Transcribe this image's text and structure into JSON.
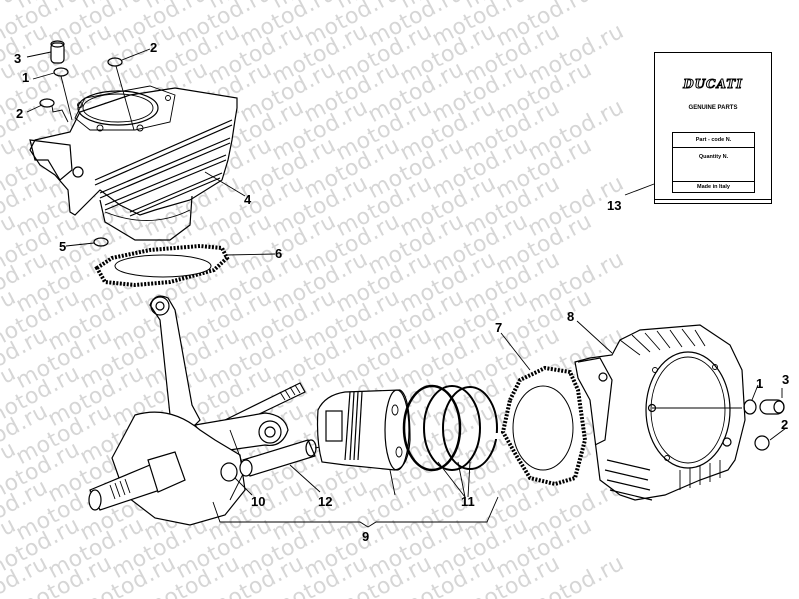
{
  "watermark": {
    "text": "motod.ru",
    "color": "#d6d6d6"
  },
  "diagram": {
    "title": "Ducati cylinder / piston / crankshaft exploded view",
    "callouts": [
      {
        "id": "c3a",
        "label": "3",
        "part": "dowel-sleeve-top"
      },
      {
        "id": "c1a",
        "label": "1",
        "part": "o-ring-top"
      },
      {
        "id": "c2a",
        "label": "2",
        "part": "o-ring-left"
      },
      {
        "id": "c2b",
        "label": "2",
        "part": "o-ring-top-right"
      },
      {
        "id": "c4",
        "label": "4",
        "part": "rear-cylinder"
      },
      {
        "id": "c5",
        "label": "5",
        "part": "o-ring-base"
      },
      {
        "id": "c6",
        "label": "6",
        "part": "base-gasket-rear"
      },
      {
        "id": "c7",
        "label": "7",
        "part": "base-gasket-front"
      },
      {
        "id": "c8",
        "label": "8",
        "part": "front-cylinder"
      },
      {
        "id": "c1b",
        "label": "1",
        "part": "o-ring-right"
      },
      {
        "id": "c3b",
        "label": "3",
        "part": "dowel-sleeve-right"
      },
      {
        "id": "c2c",
        "label": "2",
        "part": "o-ring-right-lower"
      },
      {
        "id": "c9",
        "label": "9",
        "part": "piston-assembly"
      },
      {
        "id": "c10",
        "label": "10",
        "part": "circlip"
      },
      {
        "id": "c11",
        "label": "11",
        "part": "piston-rings"
      },
      {
        "id": "c12",
        "label": "12",
        "part": "gudgeon-pin"
      },
      {
        "id": "c13",
        "label": "13",
        "part": "parts-card"
      }
    ]
  },
  "parts_card": {
    "brand": "DUCATI",
    "subtitle": "GENUINE PARTS",
    "field_part_code": "Part - code N.",
    "field_quantity": "Quantity N.",
    "field_origin": "Made in Italy"
  }
}
